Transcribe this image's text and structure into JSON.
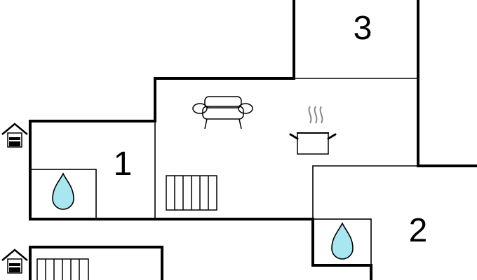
{
  "rooms": [
    {
      "id": "room-1",
      "label": "1"
    },
    {
      "id": "room-2",
      "label": "2"
    },
    {
      "id": "room-3",
      "label": "3"
    }
  ],
  "icons": [
    {
      "name": "water-drop-icon",
      "room": "room-1"
    },
    {
      "name": "water-drop-icon",
      "room": "room-2"
    },
    {
      "name": "sofa-icon",
      "room": "living"
    },
    {
      "name": "cooking-pot-icon",
      "room": "living"
    },
    {
      "name": "radiator-icon",
      "room": "living"
    },
    {
      "name": "radiator-icon",
      "room": "lower"
    },
    {
      "name": "house-entrance-icon",
      "room": "room-1"
    },
    {
      "name": "house-entrance-icon",
      "room": "lower"
    }
  ],
  "colors": {
    "wall": "#000000",
    "water": "#a8e6f0",
    "steam": "#888888"
  }
}
